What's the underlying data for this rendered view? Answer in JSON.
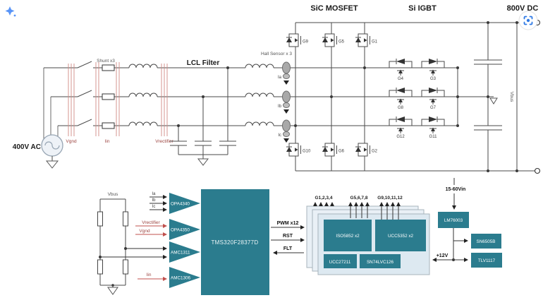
{
  "colors": {
    "teal_block": "#2b7c8e",
    "red_sense": "#d18b84",
    "red_label": "#9c4440",
    "wire": "#4a4a4a",
    "card_bg": "#e9f0f6",
    "lens_blue": "#2f7ae5"
  },
  "icons": {
    "lens": "focus-lens-icon",
    "sparkle": "sparkle-icon"
  },
  "power_stage": {
    "source_label": "400V AC",
    "vgnd": "Vgnd",
    "iin": "Iin",
    "shunt": "Shunt x3",
    "lcl_filter": "LCL Filter",
    "vrectifier": "Vrectifier",
    "hall_sensor": "Hall Sensor x 3",
    "sic_mosfet_title": "SiC MOSFET",
    "si_igbt_title": "Si IGBT",
    "dc_bus": "800V DC",
    "vbus": "Vbus",
    "phase_currents": [
      "Ia",
      "Ib",
      "Ic"
    ],
    "sic_top": [
      "G9",
      "G5",
      "G1"
    ],
    "sic_bottom": [
      "G10",
      "G6",
      "G2"
    ],
    "igbt_rows": [
      {
        "left": "G4",
        "right": "G3"
      },
      {
        "left": "G8",
        "right": "G7"
      },
      {
        "left": "G12",
        "right": "G11"
      }
    ]
  },
  "control": {
    "vbus": "Vbus",
    "amp_inputs": [
      "Ia",
      "Ib",
      "Ic"
    ],
    "amp_inputs_red": [
      "Vrectifier",
      "Vgnd"
    ],
    "iin": "Iin",
    "amplifiers": [
      "OPA4340",
      "OPA4350",
      "AMC1311",
      "AMC1306"
    ],
    "mcu": "TMS320F28377D",
    "pwm": "PWM x12",
    "rst": "RST",
    "flt": "FLT"
  },
  "gate_driver": {
    "outputs": [
      "G1,2,3,4",
      "G5,6,7,8",
      "G9,10,11,12"
    ],
    "chips": [
      "ISO5852 x2",
      "UCC5352 x2",
      "UCC27211",
      "SN74LVC126"
    ],
    "supply": "+12V"
  },
  "power_supply": {
    "input": "15-60Vin",
    "buck": "LM76003",
    "push_pull": "SN6505B",
    "ldo": "TLV1117"
  }
}
